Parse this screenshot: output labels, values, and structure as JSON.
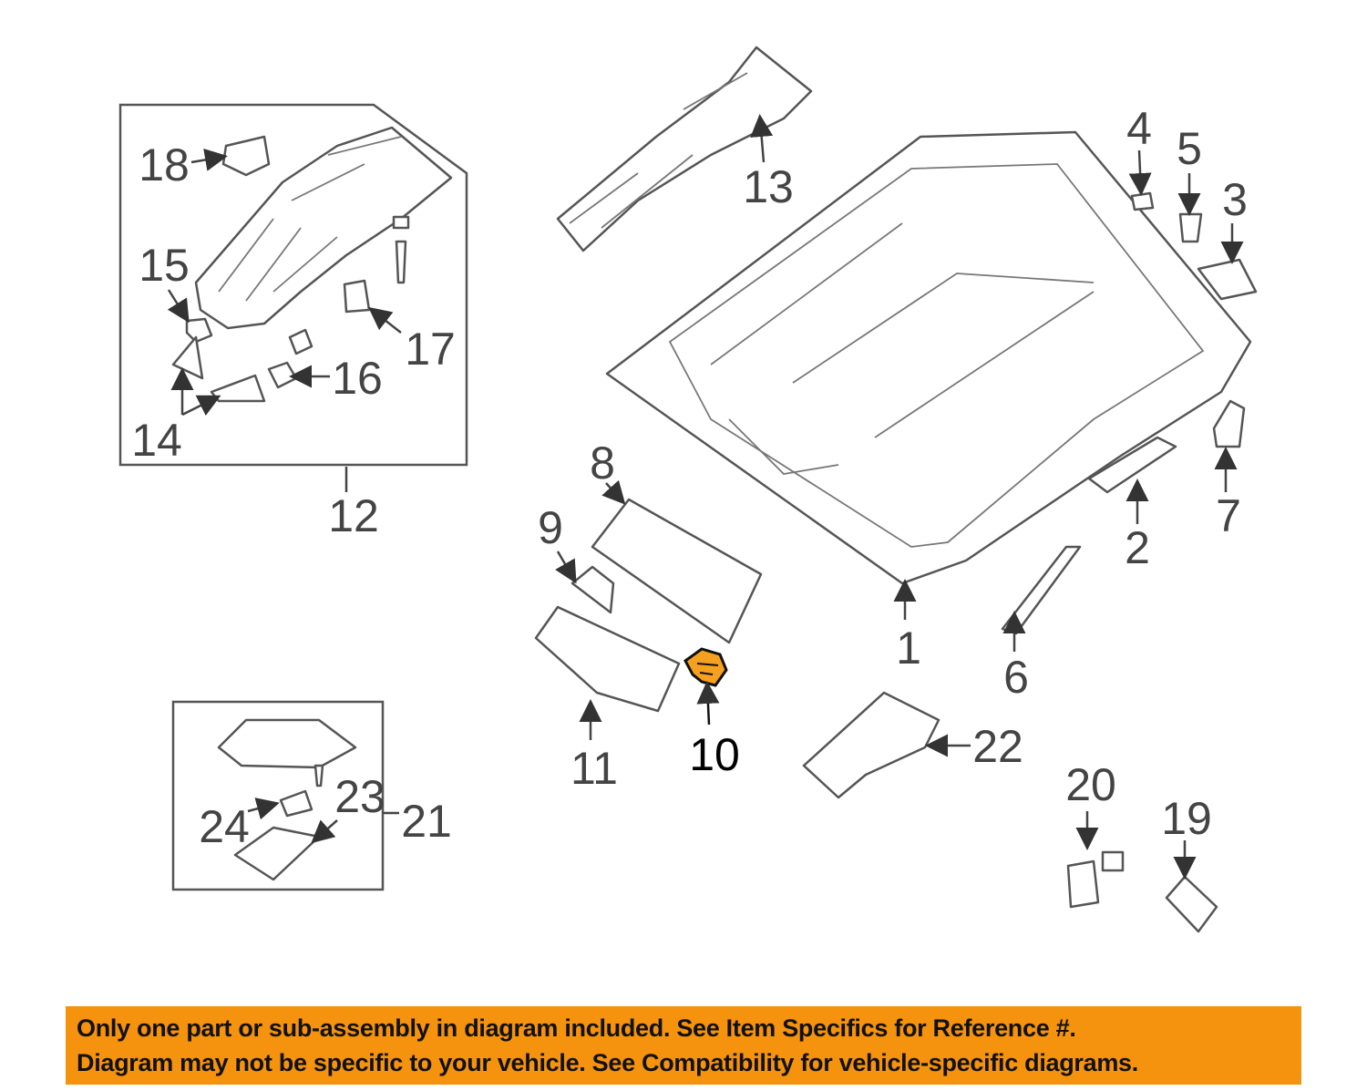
{
  "diagram": {
    "highlighted_part": "10",
    "highlight_color": "#f5a01e",
    "labels": {
      "p1": "1",
      "p2": "2",
      "p3": "3",
      "p4": "4",
      "p5": "5",
      "p6": "6",
      "p7": "7",
      "p8": "8",
      "p9": "9",
      "p10": "10",
      "p11": "11",
      "p12": "12",
      "p13": "13",
      "p14": "14",
      "p15": "15",
      "p16": "16",
      "p17": "17",
      "p18": "18",
      "p19": "19",
      "p20": "20",
      "p21": "21",
      "p22": "22",
      "p23": "23",
      "p24": "24"
    }
  },
  "banner": {
    "color": "#f5920e",
    "line1": "Only one part or sub-assembly in diagram included. See Item Specifics for Reference #.",
    "line2": "Diagram may not be specific to your vehicle. See Compatibility for vehicle-specific diagrams."
  }
}
